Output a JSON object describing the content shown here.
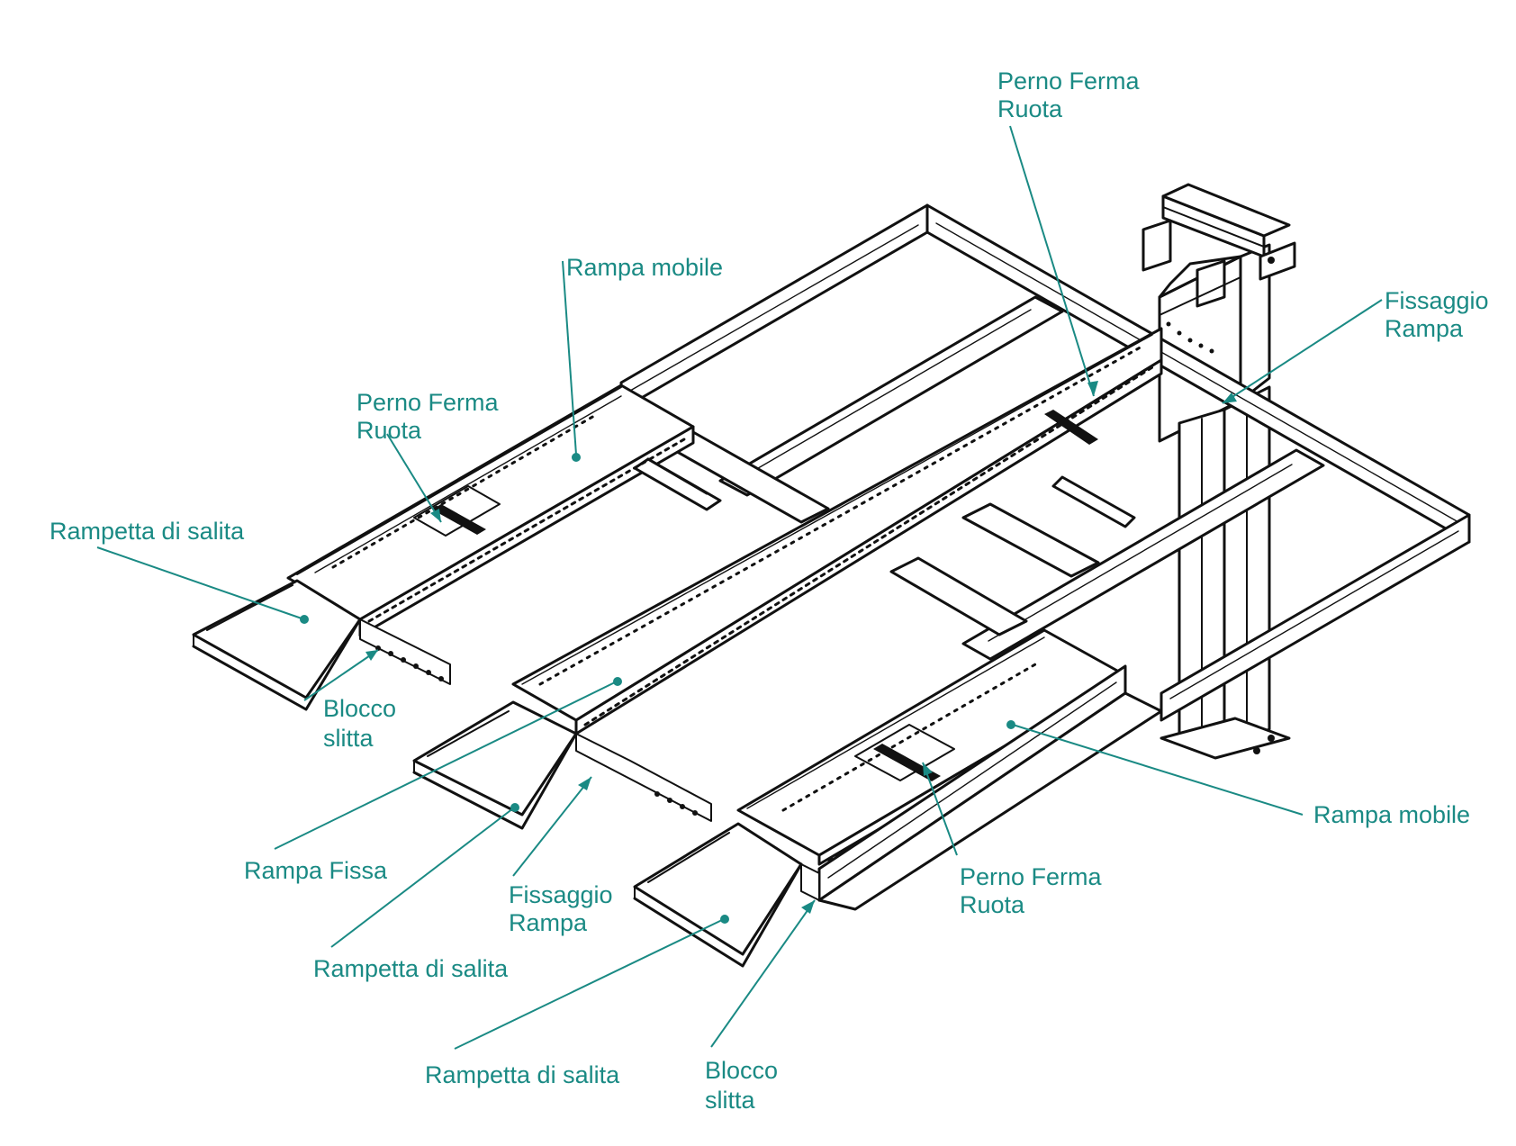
{
  "colors": {
    "label": "#1a8a84",
    "line": "#111111",
    "background": "#ffffff"
  },
  "labels": [
    {
      "id": "perno-ferma-ruota-top",
      "lines": [
        "Perno Ferma",
        "Ruota"
      ]
    },
    {
      "id": "rampa-mobile-top",
      "lines": [
        "Rampa mobile"
      ]
    },
    {
      "id": "fissaggio-rampa-right",
      "lines": [
        "Fissaggio",
        "Rampa"
      ]
    },
    {
      "id": "perno-ferma-ruota-left",
      "lines": [
        "Perno Ferma",
        "Ruota"
      ]
    },
    {
      "id": "rampetta-di-salita-left",
      "lines": [
        "Rampetta di salita"
      ]
    },
    {
      "id": "blocco-slitta-left",
      "lines": [
        "Blocco",
        "slitta"
      ]
    },
    {
      "id": "rampa-fissa",
      "lines": [
        "Rampa Fissa"
      ]
    },
    {
      "id": "rampa-mobile-right",
      "lines": [
        "Rampa mobile"
      ]
    },
    {
      "id": "fissaggio-rampa-bottom",
      "lines": [
        "Fissaggio",
        "Rampa"
      ]
    },
    {
      "id": "perno-ferma-ruota-bottom",
      "lines": [
        "Perno Ferma",
        "Ruota"
      ]
    },
    {
      "id": "rampetta-di-salita-middle",
      "lines": [
        "Rampetta di salita"
      ]
    },
    {
      "id": "rampetta-di-salita-bottom",
      "lines": [
        "Rampetta di salita"
      ]
    },
    {
      "id": "blocco-slitta-bottom",
      "lines": [
        "Blocco",
        "slitta"
      ]
    }
  ]
}
